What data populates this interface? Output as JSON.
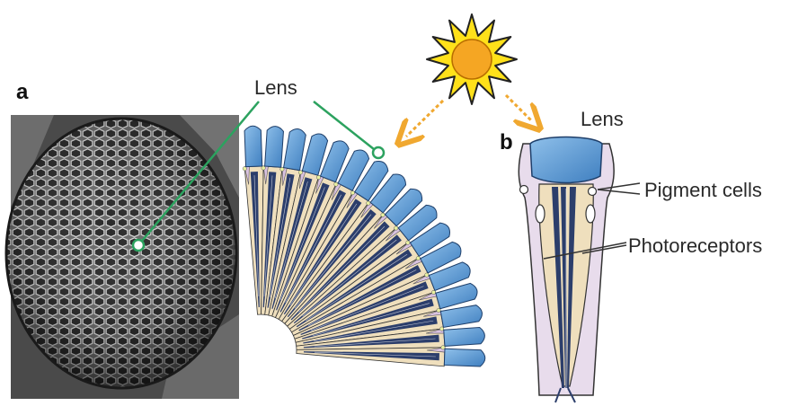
{
  "panels": {
    "a": "a",
    "b": "b"
  },
  "labels": {
    "lens_top": "Lens",
    "lens_right": "Lens",
    "pigment_cells": "Pigment cells",
    "photoreceptors": "Photoreceptors"
  },
  "colors": {
    "lens_blue": "#5b9bd5",
    "lens_blue_light": "#8fc0ea",
    "rhabdom_dark": "#2c3e6b",
    "cell_cream": "#efdfbd",
    "pigment_lilac": "#d9c2e0",
    "pointer_green": "#2ca25f",
    "sun_orange": "#f5a623",
    "sun_yellow": "#ffe11a",
    "arrow_orange": "#f0a830"
  },
  "icons": {
    "sun": "sun-icon"
  }
}
